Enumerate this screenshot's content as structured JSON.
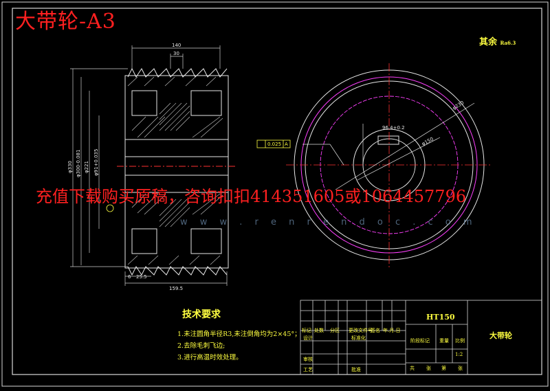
{
  "drawing": {
    "title": "大带轮-A3",
    "overlay": "充值下载购买原稿，咨询扣扣414351605或1064457796",
    "watermark": "w w w . r e n r e n d o c . c o m",
    "roughness": "其余",
    "roughness_value": "Ra6.3"
  },
  "dimensions": {
    "width_140": "140",
    "pitch_30": "30",
    "total_1595": "159.5",
    "offset_6": "6",
    "offset_255": "25.5",
    "dia_330": "φ330",
    "dia_300": "φ300-0.081",
    "dia_221": "φ221",
    "dia_bore": "φ91+0.035",
    "ring_d1": "φ230",
    "ring_d2": "φ150",
    "key_h": "96.4+0.2",
    "tol_1": "0.025",
    "tol_2": "A"
  },
  "tech": {
    "title": "技术要求",
    "lines": [
      "1.未注圆角半径R3,未注倒角均为2×45°；",
      "2.去除毛刺飞边;",
      "3.进行高温时效处理。"
    ]
  },
  "title_block": {
    "material": "HT150",
    "part_name": "大带轮",
    "scale": "1:2",
    "labels": [
      "标记",
      "处数",
      "分区",
      "更改文件号",
      "签名",
      "年.月.日"
    ],
    "design": "设计",
    "standard": "标准化",
    "check": "审核",
    "process": "工艺",
    "approve": "批准",
    "stage_mark": "阶段标记",
    "weight": "重量",
    "ratio": "比例",
    "sheets": [
      "共",
      "张",
      "第",
      "张"
    ]
  }
}
